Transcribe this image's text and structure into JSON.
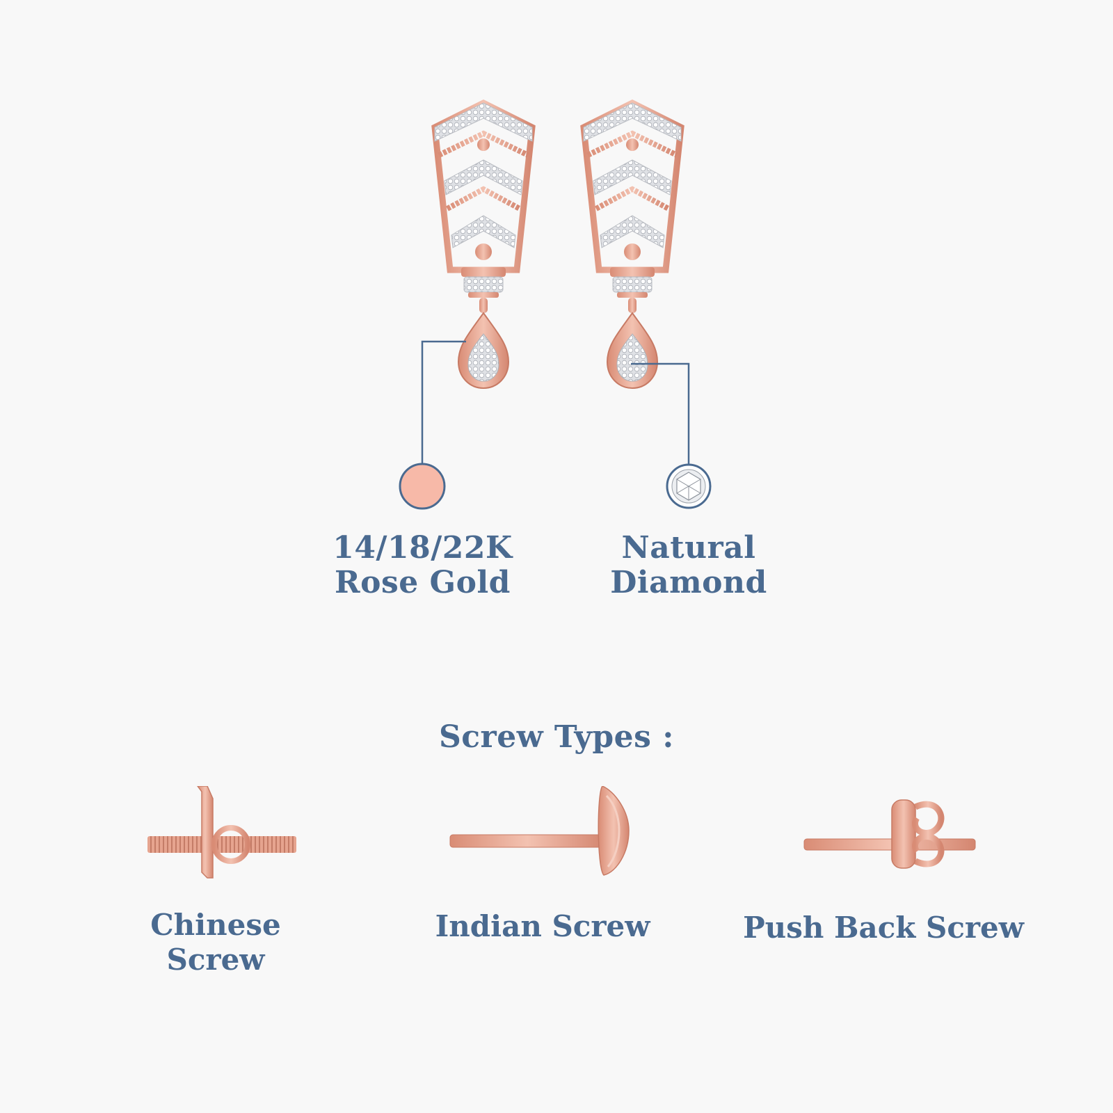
{
  "materials": {
    "gold": {
      "line1": "14/18/22K",
      "line2": "Rose Gold",
      "swatch_color": "#f7b9a8"
    },
    "diamond": {
      "line1": "Natural",
      "line2": "Diamond"
    }
  },
  "screw_section": {
    "title": "Screw Types :",
    "items": [
      {
        "label": "Chinese Screw",
        "icon": "chinese-screw-icon"
      },
      {
        "label": "Indian Screw",
        "icon": "indian-screw-icon"
      },
      {
        "label": "Push Back Screw",
        "icon": "push-back-screw-icon"
      }
    ]
  },
  "colors": {
    "text": "#4a6a90",
    "rose_gold": "#e3a08c",
    "leader_line": "#4a6a90",
    "background": "#f8f8f8"
  }
}
